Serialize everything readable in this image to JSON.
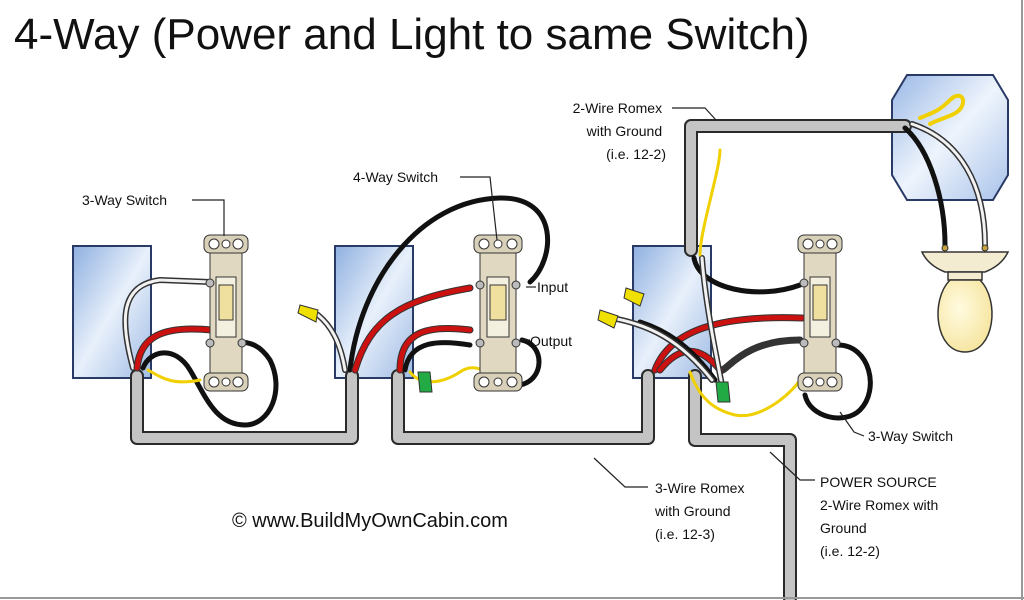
{
  "title": "4-Way (Power and Light to same Switch)",
  "copyright": "© www.BuildMyOwnCabin.com",
  "labels": {
    "three_way_left": "3-Way Switch",
    "four_way": "4-Way Switch",
    "input": "Input",
    "output": "Output",
    "three_way_right": "3-Way Switch",
    "romex_light": [
      "2-Wire Romex",
      "with Ground",
      "(i.e. 12-2)"
    ],
    "romex_3wire": [
      "3-Wire Romex",
      "with Ground",
      "(i.e. 12-3)"
    ],
    "power_source": [
      "POWER SOURCE",
      "2-Wire Romex with",
      "Ground",
      "(i.e. 12-2)"
    ]
  },
  "colors": {
    "hot": "#111111",
    "traveler": "#cc1111",
    "neutral": "#f2f2f2",
    "ground": "#f0d000",
    "cable": "#bdbdbd",
    "box": "#b8cde8"
  }
}
